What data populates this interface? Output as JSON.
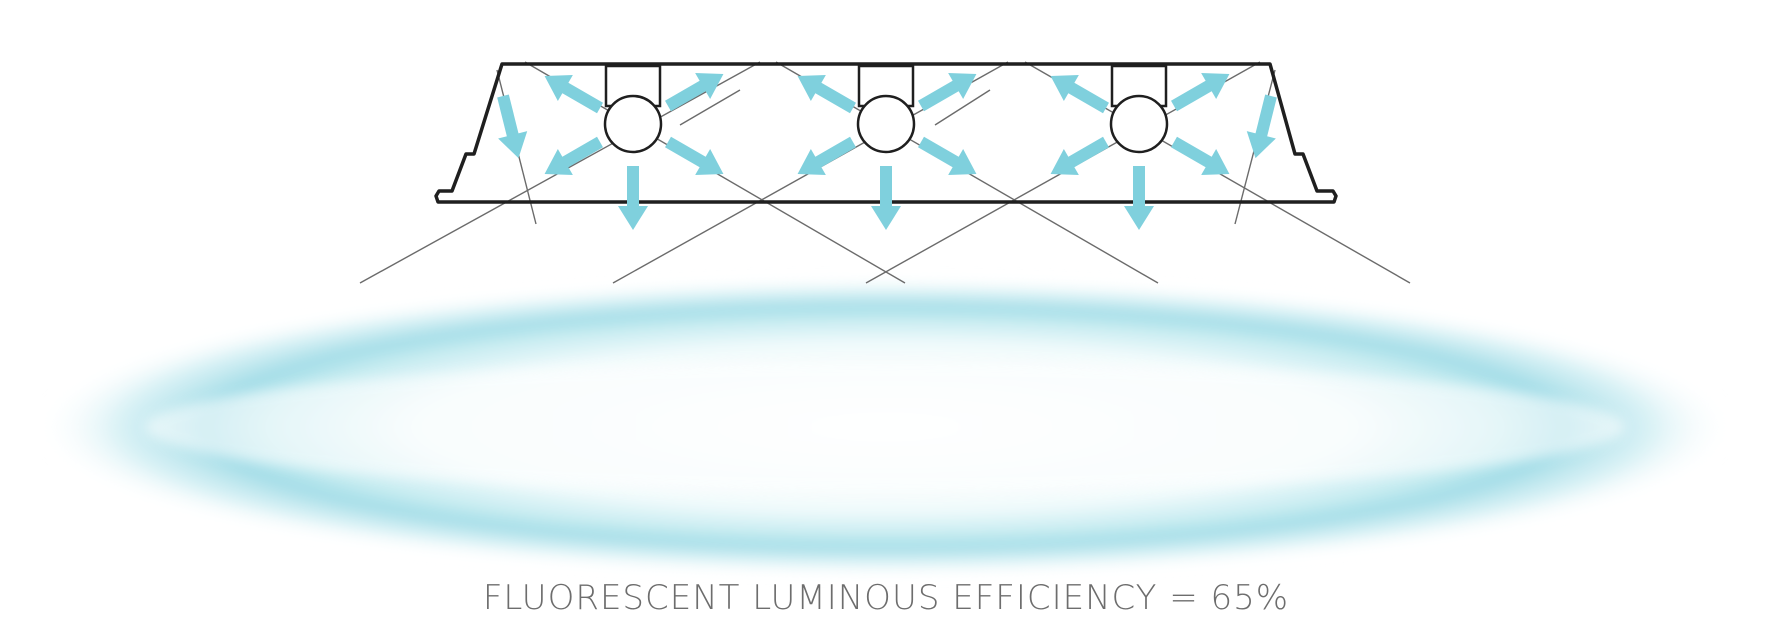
{
  "caption": "FLUORESCENT LUMINOUS EFFICIENCY = 65%",
  "diagram": {
    "subject": "fluorescent fixture with three tubes and reflected light rays",
    "lamp_count": 3,
    "colors": {
      "housing_stroke": "#1f1f1f",
      "arrow_fill": "#7fd0dd",
      "ray_stroke": "#6b6b6b",
      "light_pool": "#9ed9e4"
    },
    "icons": [
      "lamp-tube-icon",
      "light-arrow-icon"
    ]
  }
}
